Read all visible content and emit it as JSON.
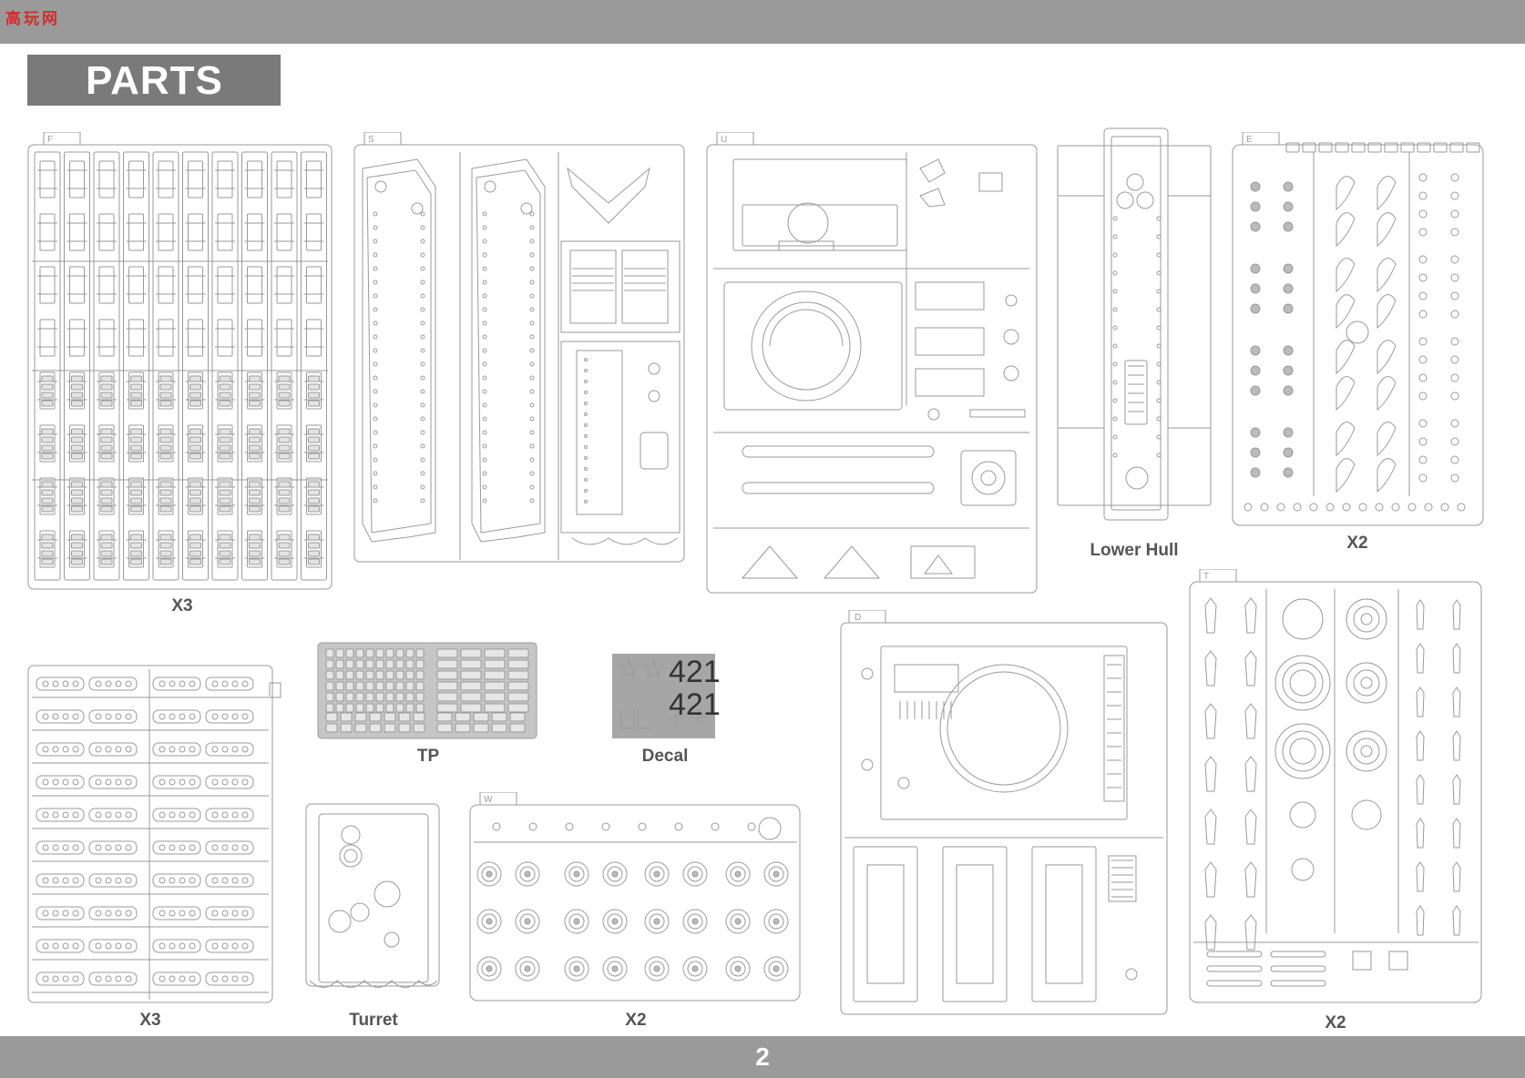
{
  "header": {
    "logo_text": "高玩网"
  },
  "page_title": "PARTS",
  "labels": {
    "f_sprue": "X3",
    "lower_hull": "Lower Hull",
    "e_sprue": "X2",
    "tracks": "X3",
    "tp": "TP",
    "decal": "Decal",
    "turret": "Turret",
    "w_sprue": "X2",
    "t_sprue": "X2"
  },
  "decal": {
    "number_1": "421",
    "number_2": "421"
  },
  "sprue_letters": {
    "f": "F",
    "s": "S",
    "u": "U",
    "e": "E",
    "t": "T",
    "d": "D",
    "w": "W"
  },
  "page_number": "2",
  "colors": {
    "band": "#9a9a9a",
    "title_bg": "#7a7a7a",
    "line": "#9a9a9a",
    "label": "#555555"
  }
}
